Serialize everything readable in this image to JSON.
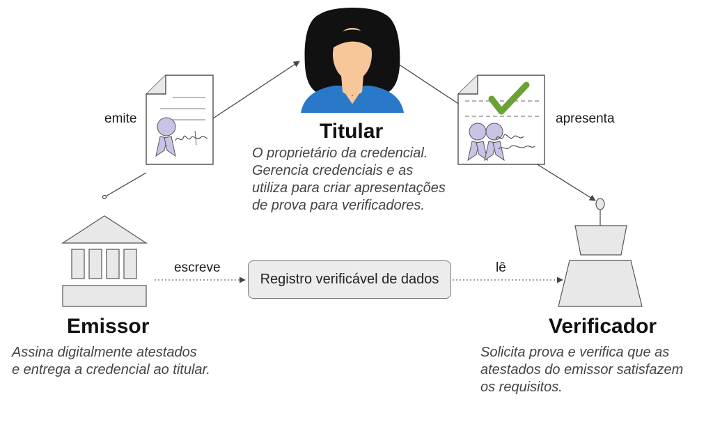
{
  "edges": {
    "emite": "emite",
    "apresenta": "apresenta",
    "escreve": "escreve",
    "le": "lê"
  },
  "registry": {
    "label": "Registro verificável de dados"
  },
  "roles": {
    "titular": {
      "title": "Titular",
      "desc": [
        "O proprietário da credencial.",
        "Gerencia credenciais e as",
        "utiliza para criar apresentações",
        "de prova para verificadores."
      ]
    },
    "emissor": {
      "title": "Emissor",
      "desc": [
        "Assina digitalmente atestados",
        "e entrega a credencial ao titular."
      ]
    },
    "verificador": {
      "title": "Verificador",
      "desc": [
        "Solicita prova e verifica que as",
        "atestados do emissor satisfazem",
        "os requisitos."
      ]
    }
  },
  "icons": [
    "titular-avatar-icon",
    "credential-document-icon",
    "verified-credential-document-icon",
    "issuer-building-icon",
    "verifier-podium-icon",
    "check-mark-icon",
    "signature-icon"
  ],
  "colors": {
    "hair": "#111111",
    "skin": "#f7c79a",
    "shirt": "#2a78c8",
    "check": "#6aa233",
    "seal": "#c9c4e6",
    "box": "#ececec"
  }
}
